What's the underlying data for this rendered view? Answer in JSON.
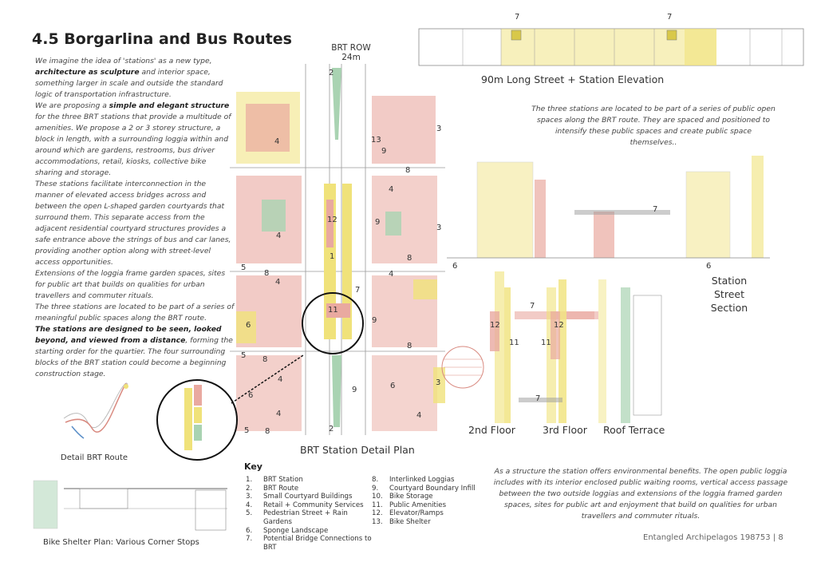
{
  "page": {
    "title": "4.5 Borgarlina and Bus Routes",
    "footer": "Entangled Archipelagos  198753 | 8"
  },
  "intro": {
    "p1_a": "We imagine the idea of 'stations' as a new type, ",
    "p1_b": "architecture as sculpture",
    "p1_c": " and interior space, something larger in scale and outside the standard logic of transportation infrastructure.",
    "p2_a": "We are proposing a ",
    "p2_b": "simple and elegant structure",
    "p2_c": " for the three BRT stations that provide a multitude of amenities. We propose a 2 or 3 storey structure, a block in length, with a surrounding loggia within and around which are gardens, restrooms, bus driver accommodations, retail, kiosks, collective bike sharing and storage.",
    "p3": "These stations facilitate interconnection in the manner of elevated access bridges across and between the open L-shaped garden courtyards that surround them. This separate access from the adjacent residential courtyard structures provides a safe entrance above the strings of bus and car lanes, providing another option along with street-level access opportunities.",
    "p4": "Extensions of the loggia frame garden spaces, sites for public art that builds on qualities for urban travellers and commuter rituals.",
    "p5": "The three stations are located to be part of a series of meaningful public spaces along the BRT route.",
    "p6_a": "The stations are designed to be seen, looked beyond, and viewed from a distance",
    "p6_b": ", forming the starting order for the quartier.  The four surrounding blocks of the BRT station could become a beginning construction stage."
  },
  "plan": {
    "row_label": "BRT ROW",
    "row_width": "24m",
    "caption": "BRT Station Detail Plan",
    "numbers": [
      "2",
      "4",
      "3",
      "13",
      "9",
      "8",
      "4",
      "12",
      "9",
      "4",
      "3",
      "1",
      "8",
      "5",
      "8",
      "4",
      "4",
      "7",
      "11",
      "9",
      "6",
      "8",
      "5",
      "8",
      "4",
      "6",
      "9",
      "6",
      "3",
      "4",
      "4",
      "5",
      "8",
      "2"
    ]
  },
  "elevation": {
    "caption": "90m Long Street + Station Elevation",
    "marker_a": "7",
    "marker_b": "7"
  },
  "note_right": "The three stations are located to be part of a series of public open spaces along the BRT route. They are spaced and positioned to intensify these public spaces and create public space themselves..",
  "section": {
    "caption_1": "Station Street",
    "caption_2": "Section",
    "marker_7": "7",
    "marker_6a": "6",
    "marker_6b": "6"
  },
  "floors": {
    "second": "2nd Floor",
    "third": "3rd Floor",
    "roof": "Roof Terrace",
    "m7a": "7",
    "m7b": "7",
    "m12a": "12",
    "m12b": "12",
    "m11a": "11",
    "m11b": "11"
  },
  "detail_route": {
    "caption": "Detail BRT Route"
  },
  "bike_shelter": {
    "caption": "Bike Shelter Plan: Various Corner Stops"
  },
  "key": {
    "title": "Key",
    "col1": [
      {
        "n": "1.",
        "t": "BRT Station"
      },
      {
        "n": "2.",
        "t": "BRT Route"
      },
      {
        "n": "3.",
        "t": "Small Courtyard Buildings"
      },
      {
        "n": "4.",
        "t": "Retail + Community Services"
      },
      {
        "n": "5.",
        "t": "Pedestrian Street + Rain Gardens"
      },
      {
        "n": "6.",
        "t": "Sponge Landscape"
      },
      {
        "n": "7.",
        "t": "Potential Bridge Connections to BRT"
      }
    ],
    "col2": [
      {
        "n": "8.",
        "t": "Interlinked Loggias"
      },
      {
        "n": "9.",
        "t": "Courtyard Boundary Infill"
      },
      {
        "n": "10.",
        "t": "Bike Storage"
      },
      {
        "n": "11.",
        "t": "Public Amenities"
      },
      {
        "n": "12.",
        "t": "Elevator/Ramps"
      },
      {
        "n": "13.",
        "t": "Bike Shelter"
      }
    ]
  },
  "note_bottom": "As a structure the station offers environmental benefits. The open public loggia includes with its interior enclosed public waiting rooms, vertical access passage between the two outside loggias and extensions of the loggia framed garden spaces, sites for public art and enjoyment that build on qualities for urban travellers and commuter rituals.",
  "colors": {
    "yellow": "#f0e27a",
    "red": "#e9a9a0",
    "green": "#a9d3b2",
    "line": "#8a8a8a"
  }
}
